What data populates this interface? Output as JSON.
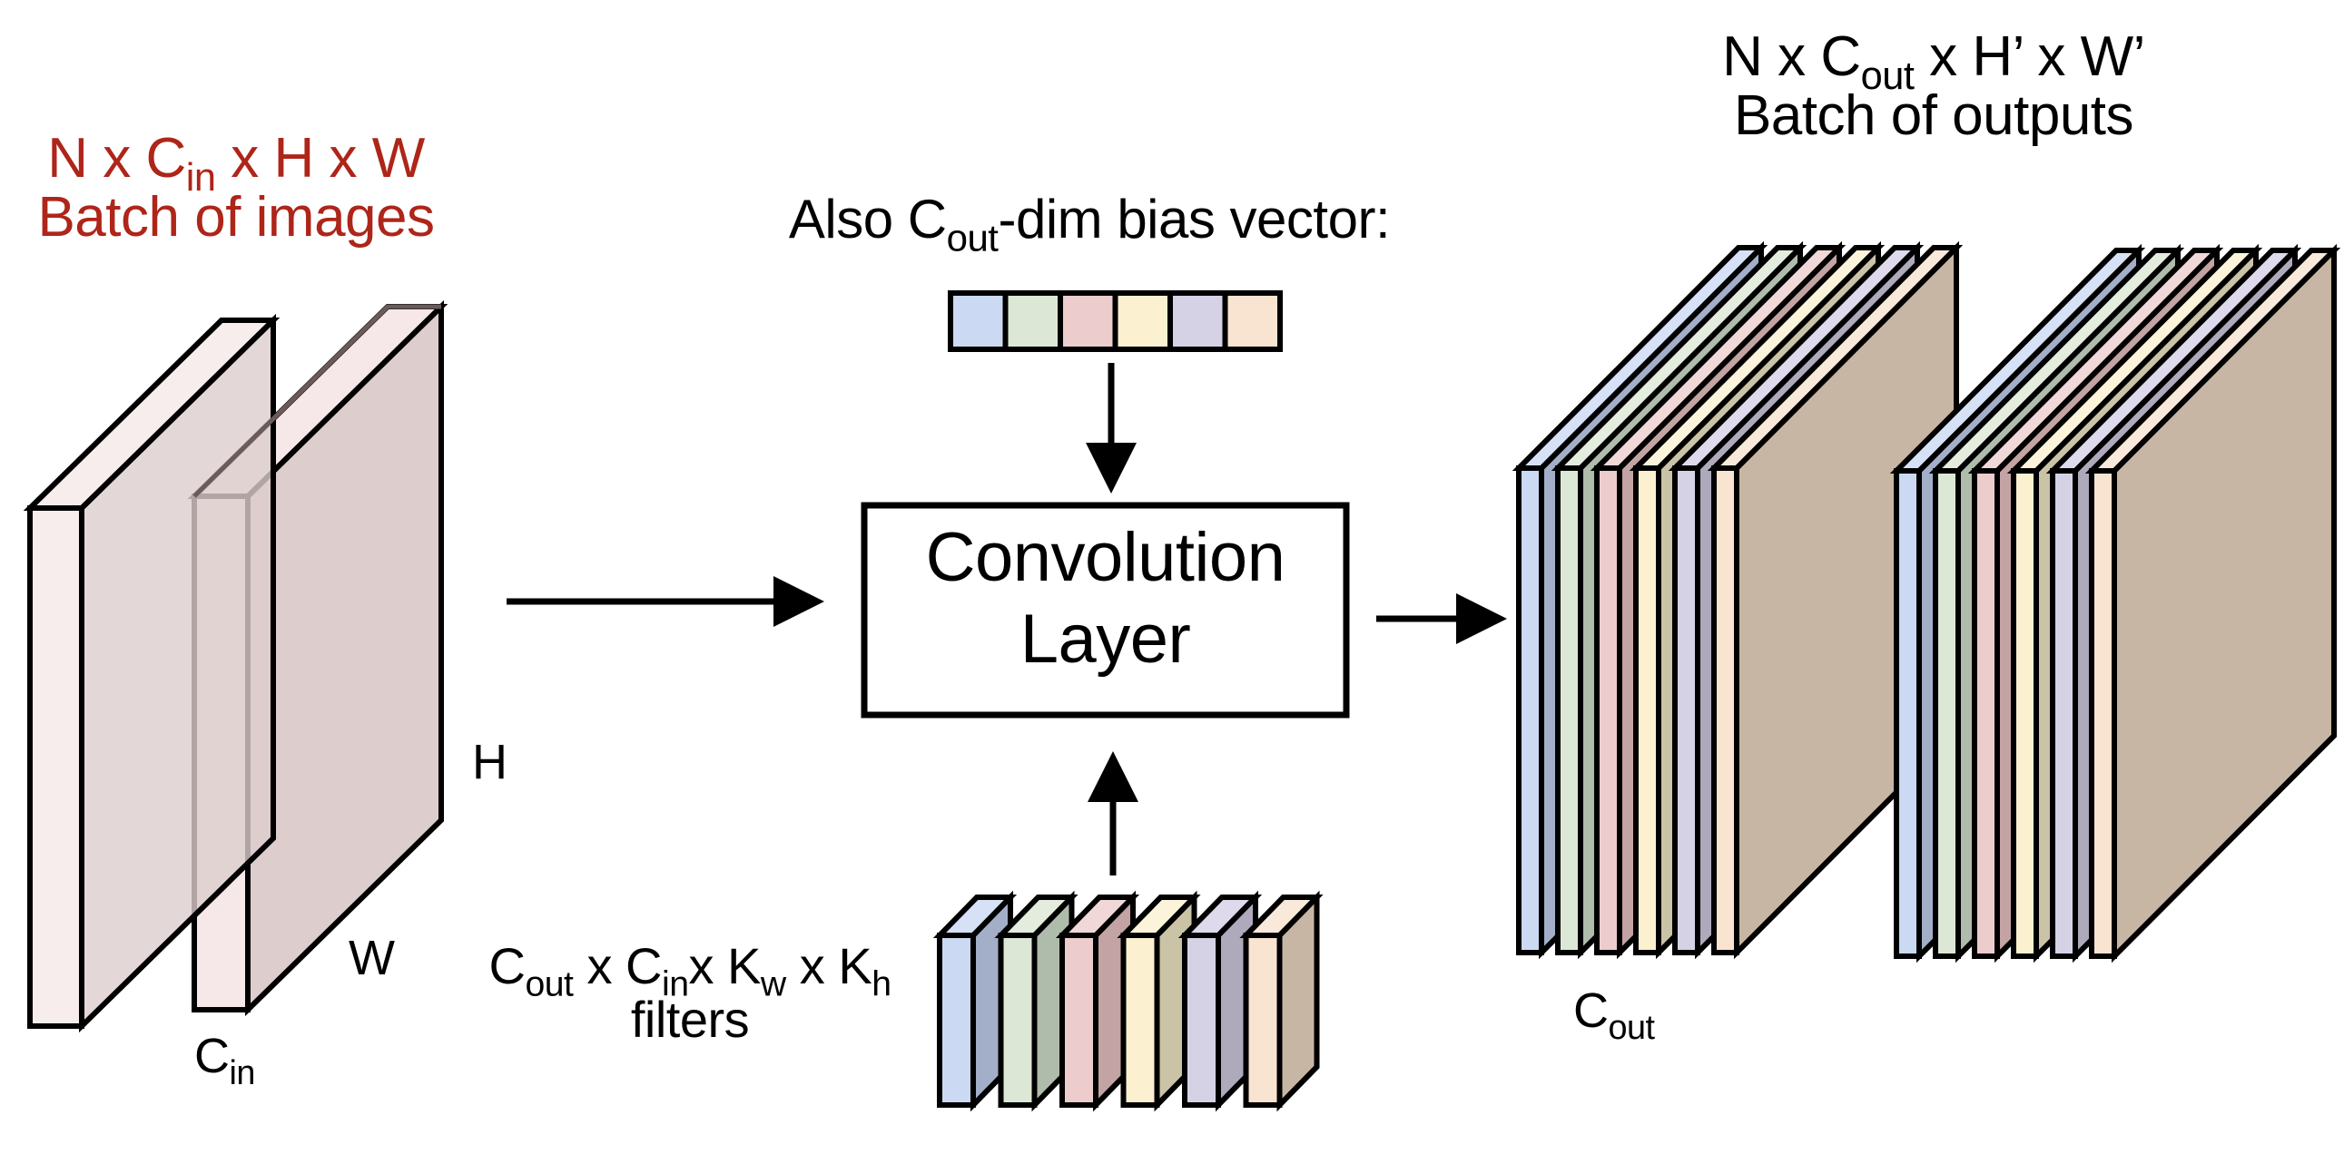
{
  "input": {
    "title_line1_prefix": "N x C",
    "title_line1_sub": "in",
    "title_line1_suffix": " x H x W",
    "title_line2": "Batch of images",
    "title_color": "#ae2519",
    "dim_h": "H",
    "dim_w": "W",
    "dim_c": "C",
    "dim_c_sub": "in",
    "slab_count": 2,
    "front_color": "#f6e8e8",
    "side_color": "#ddcdcd"
  },
  "bias": {
    "label_prefix": "Also C",
    "label_sub": "out",
    "label_suffix": "-dim bias vector:",
    "cells": 6
  },
  "conv": {
    "line1": "Convolution",
    "line2": "Layer"
  },
  "filters": {
    "line1_c": "C",
    "line1_c_sub": "out",
    "line1_x1": " x C",
    "line1_cin_sub": "in",
    "line1_x2": "x K",
    "line1_kw_sub": "w",
    "line1_x3": " x K",
    "line1_kh_sub": "h",
    "line2": "filters",
    "count": 6
  },
  "output": {
    "title_line1_prefix": "N x C",
    "title_line1_sub": "out",
    "title_line1_suffix": " x H’ x W’",
    "title_line2": "Batch of outputs",
    "dim_c": "C",
    "dim_c_sub": "out",
    "batch_count": 2,
    "channels_per_output": 6
  },
  "palette": [
    {
      "name": "blue",
      "front": "#cbd9f2",
      "top": "#d6e1f5",
      "side": "#a3afc8"
    },
    {
      "name": "green",
      "front": "#dce8d5",
      "top": "#e3ecdd",
      "side": "#b0bcab"
    },
    {
      "name": "red",
      "front": "#eccccc",
      "top": "#f1d8d8",
      "side": "#c3a3a3"
    },
    {
      "name": "yellow",
      "front": "#fbf1d0",
      "top": "#fcf4da",
      "side": "#cac3a6"
    },
    {
      "name": "purple",
      "front": "#d6d2e6",
      "top": "#dedaec",
      "side": "#aeaabc"
    },
    {
      "name": "peach",
      "front": "#f8e4d1",
      "top": "#f9e9da",
      "side": "#c8b6a4"
    }
  ]
}
